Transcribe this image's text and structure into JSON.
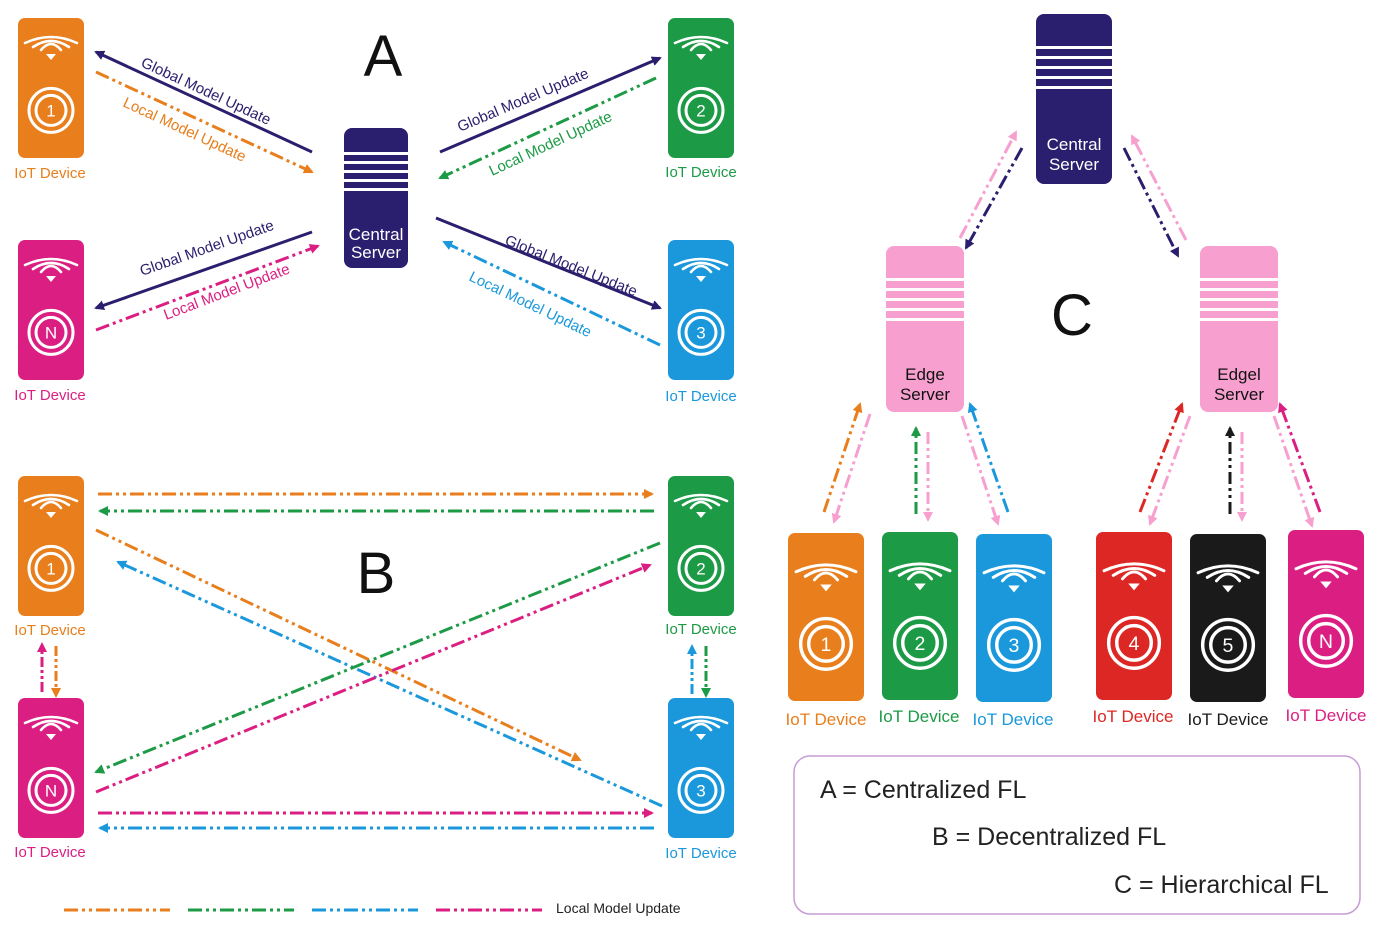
{
  "colors": {
    "orange": "#e87e1c",
    "green": "#1c9a45",
    "blue": "#1a98db",
    "magenta": "#db1f82",
    "navy": "#2a1e6e",
    "pink": "#f7a0cf",
    "red": "#dc2724",
    "black": "#1a1a1a"
  },
  "icons": [
    "wifi-icon",
    "concentric-circle-icon",
    "server-stripes-icon"
  ],
  "section_a": {
    "label": "A",
    "server_line1": "Central",
    "server_line2": "Server",
    "device_label": "IoT Device",
    "global_update": "Global Model Update",
    "local_update": "Local Model Update",
    "device_numbers": [
      "1",
      "2",
      "3",
      "N"
    ]
  },
  "section_b": {
    "label": "B",
    "device_label": "IoT Device",
    "device_numbers": [
      "1",
      "2",
      "3",
      "N"
    ]
  },
  "section_c": {
    "label": "C",
    "central_line1": "Central",
    "central_line2": "Server",
    "edge_left_line1": "Edge",
    "edge_left_line2": "Server",
    "edge_right_line1": "Edgel",
    "edge_right_line2": "Server",
    "device_label": "IoT Device",
    "device_numbers": [
      "1",
      "2",
      "3",
      "4",
      "5",
      "N"
    ]
  },
  "legend": {
    "line_a": "A = Centralized FL",
    "line_b": "B = Decentralized FL",
    "line_c": "C = Hierarchical FL"
  },
  "bottom_legend": {
    "label": "Local Model Update"
  }
}
